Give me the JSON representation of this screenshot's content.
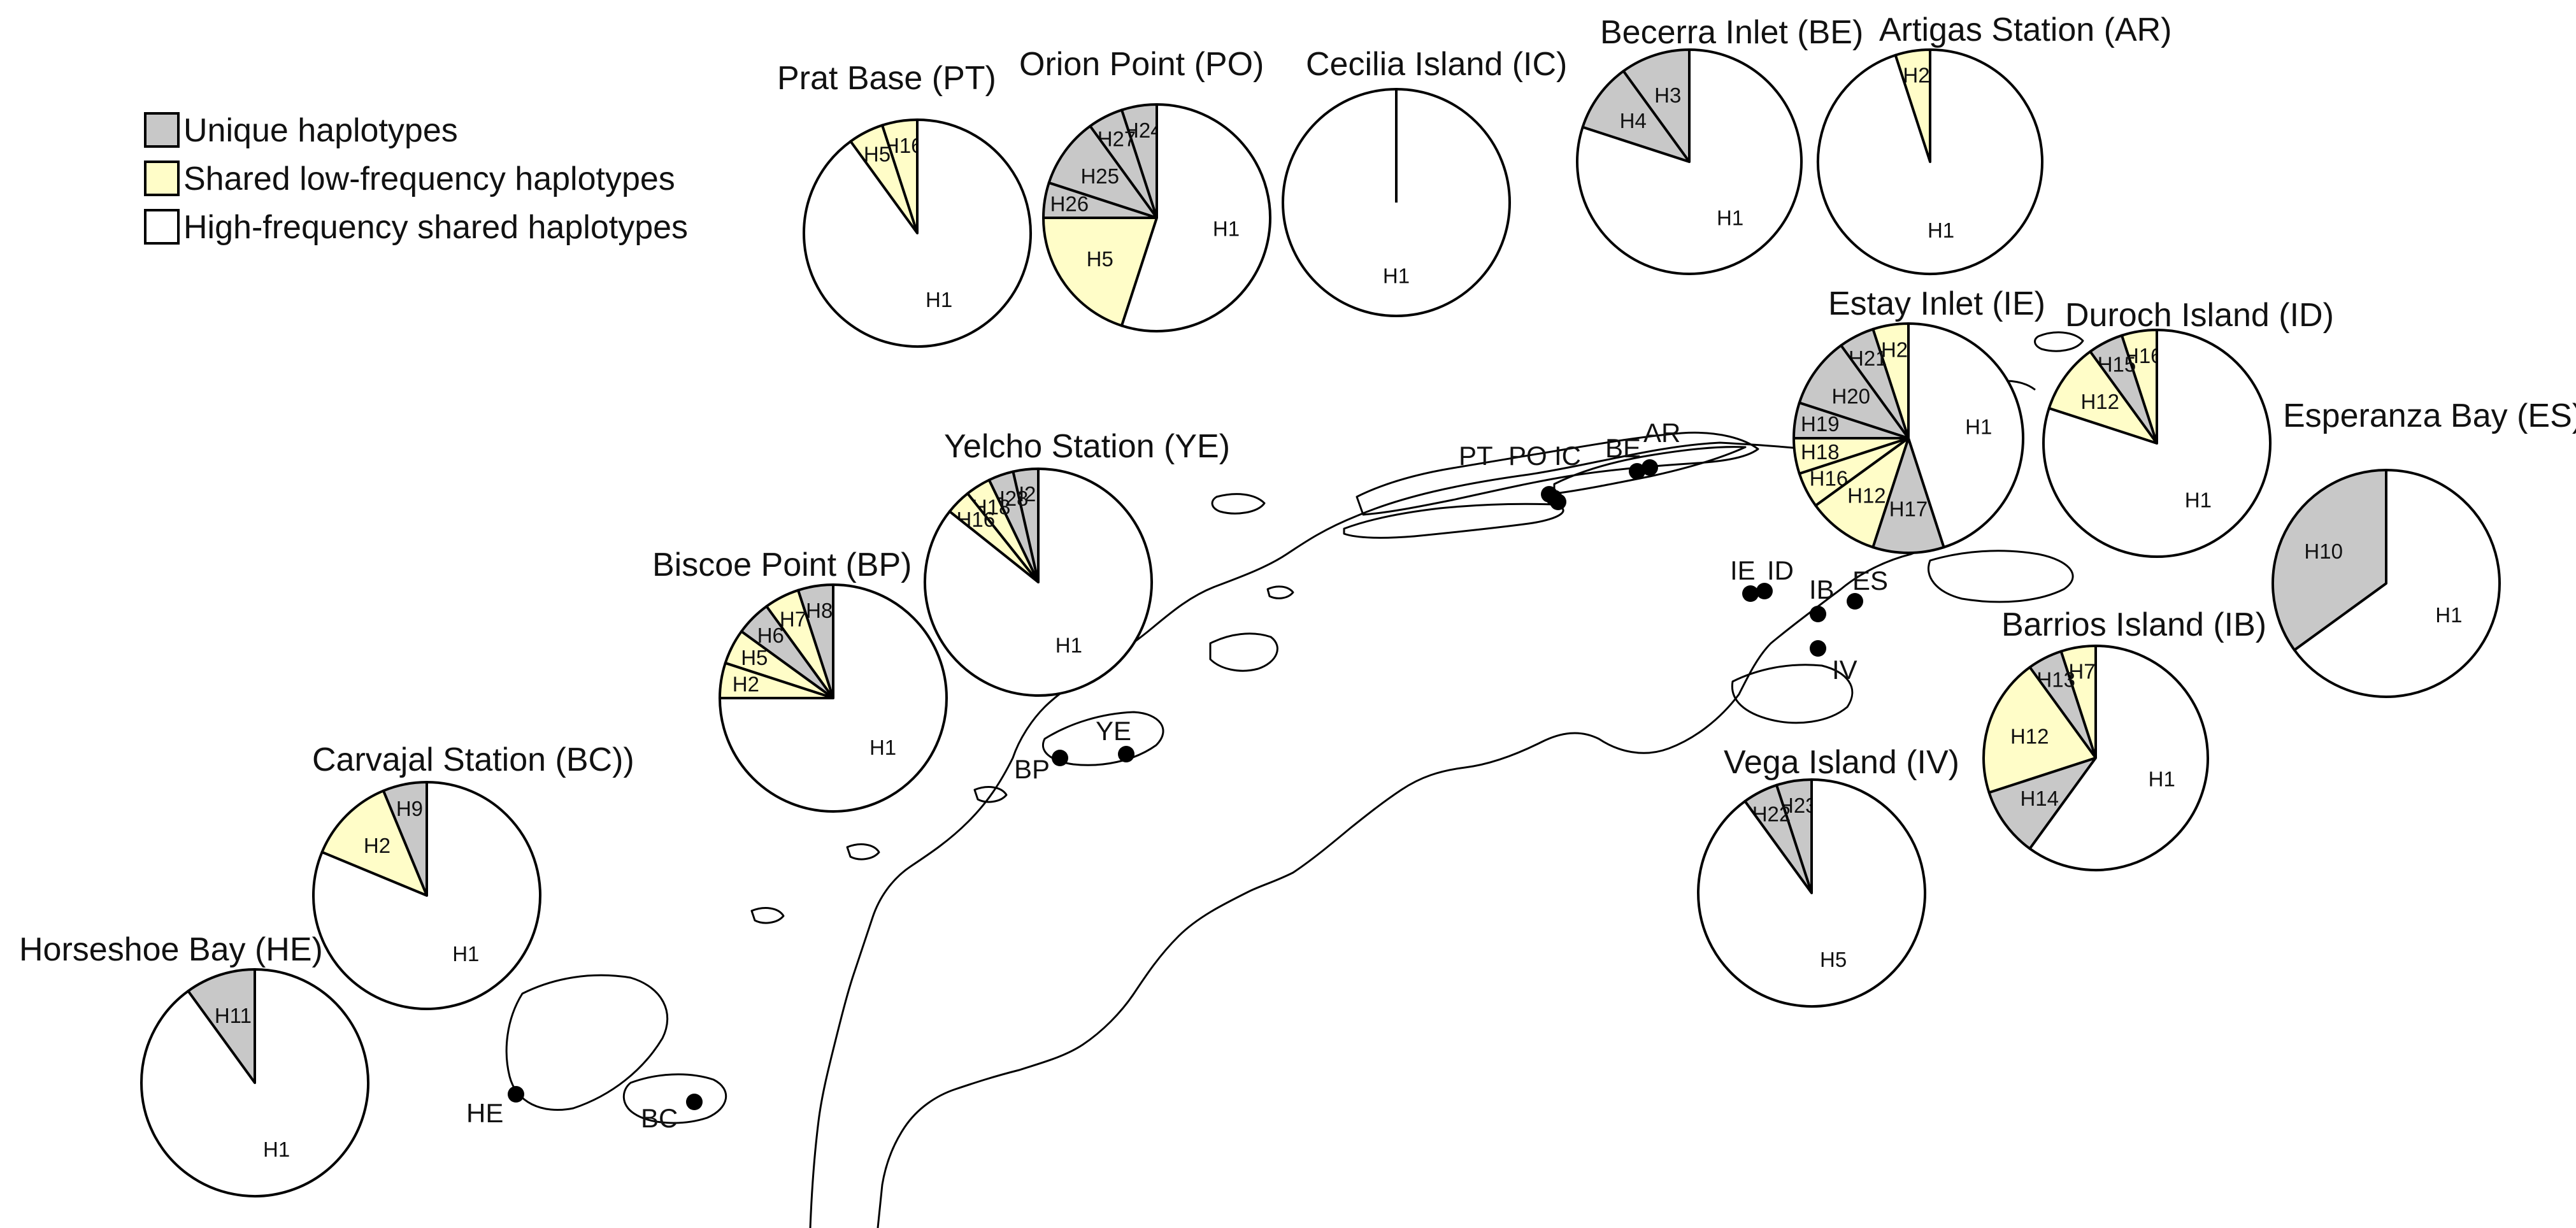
{
  "legend": [
    {
      "label": "Unique haplotypes",
      "color": "#c8c8c8"
    },
    {
      "label": "Shared low-frequency haplotypes",
      "color": "#fffdc8"
    },
    {
      "label": "High-frequency shared haplotypes",
      "color": "#ffffff"
    }
  ],
  "colors": {
    "unique": "#c8c8c8",
    "shared_low": "#fffdc8",
    "high": "#ffffff",
    "site": "#000000",
    "outline": "#000000"
  },
  "sites": [
    "PT",
    "PO",
    "IC",
    "BE",
    "AR",
    "IE",
    "ID",
    "IB",
    "ES",
    "IV",
    "YE",
    "BP",
    "HE",
    "BC"
  ],
  "pies": [
    {
      "id": "PT",
      "title": "Prat Base (PT)",
      "slices": [
        {
          "h": "H16",
          "v": 1,
          "c": "shared_low"
        },
        {
          "h": "H5",
          "v": 1,
          "c": "shared_low"
        },
        {
          "h": "H1",
          "v": 18,
          "c": "high"
        }
      ]
    },
    {
      "id": "PO",
      "title": "Orion Point (PO)",
      "slices": [
        {
          "h": "H24",
          "v": 1,
          "c": "unique"
        },
        {
          "h": "H27",
          "v": 1,
          "c": "unique"
        },
        {
          "h": "H25",
          "v": 2,
          "c": "unique"
        },
        {
          "h": "H26",
          "v": 1,
          "c": "unique"
        },
        {
          "h": "H5",
          "v": 4,
          "c": "shared_low"
        },
        {
          "h": "H1",
          "v": 11,
          "c": "high"
        }
      ]
    },
    {
      "id": "IC",
      "title": "Cecilia Island (IC)",
      "slices": [
        {
          "h": "H1",
          "v": 20,
          "c": "high"
        }
      ]
    },
    {
      "id": "BE",
      "title": "Becerra Inlet (BE)",
      "slices": [
        {
          "h": "H3",
          "v": 2,
          "c": "unique"
        },
        {
          "h": "H4",
          "v": 2,
          "c": "unique"
        },
        {
          "h": "H1",
          "v": 16,
          "c": "high"
        }
      ]
    },
    {
      "id": "AR",
      "title": "Artigas Station (AR)",
      "slices": [
        {
          "h": "H2",
          "v": 1,
          "c": "shared_low"
        },
        {
          "h": "H1",
          "v": 19,
          "c": "high"
        }
      ]
    },
    {
      "id": "IE",
      "title": "Estay Inlet (IE)",
      "slices": [
        {
          "h": "H2",
          "v": 1,
          "c": "shared_low"
        },
        {
          "h": "H21",
          "v": 1,
          "c": "unique"
        },
        {
          "h": "H20",
          "v": 2,
          "c": "unique"
        },
        {
          "h": "H19",
          "v": 1,
          "c": "unique"
        },
        {
          "h": "H18",
          "v": 1,
          "c": "shared_low"
        },
        {
          "h": "H16",
          "v": 1,
          "c": "shared_low"
        },
        {
          "h": "H12",
          "v": 2,
          "c": "shared_low"
        },
        {
          "h": "H17",
          "v": 2,
          "c": "unique"
        },
        {
          "h": "H1",
          "v": 9,
          "c": "high"
        }
      ]
    },
    {
      "id": "ID",
      "title": "Duroch Island (ID)",
      "slices": [
        {
          "h": "H16",
          "v": 1,
          "c": "shared_low"
        },
        {
          "h": "H15",
          "v": 1,
          "c": "unique"
        },
        {
          "h": "H12",
          "v": 2,
          "c": "shared_low"
        },
        {
          "h": "H1",
          "v": 16,
          "c": "high"
        }
      ]
    },
    {
      "id": "ES",
      "title": "Esperanza Bay (ES)",
      "slices": [
        {
          "h": "H10",
          "v": 7,
          "c": "unique"
        },
        {
          "h": "H1",
          "v": 13,
          "c": "high"
        }
      ]
    },
    {
      "id": "IB",
      "title": "Barrios Island (IB)",
      "slices": [
        {
          "h": "H7",
          "v": 1,
          "c": "shared_low"
        },
        {
          "h": "H13",
          "v": 1,
          "c": "unique"
        },
        {
          "h": "H12",
          "v": 4,
          "c": "shared_low"
        },
        {
          "h": "H14",
          "v": 2,
          "c": "unique"
        },
        {
          "h": "H1",
          "v": 12,
          "c": "high"
        }
      ]
    },
    {
      "id": "IV",
      "title": "Vega Island (IV)",
      "slices": [
        {
          "h": "H23",
          "v": 1,
          "c": "unique"
        },
        {
          "h": "H22",
          "v": 1,
          "c": "unique"
        },
        {
          "h": "H5",
          "v": 18,
          "c": "high"
        }
      ]
    },
    {
      "id": "YE",
      "title": "Yelcho Station (YE)",
      "slices": [
        {
          "h": "H29",
          "v": 1,
          "c": "unique"
        },
        {
          "h": "H28",
          "v": 1,
          "c": "unique"
        },
        {
          "h": "H18",
          "v": 1,
          "c": "shared_low"
        },
        {
          "h": "H16",
          "v": 1,
          "c": "shared_low"
        },
        {
          "h": "H1",
          "v": 24,
          "c": "high"
        }
      ]
    },
    {
      "id": "BP",
      "title": "Biscoe Point (BP)",
      "slices": [
        {
          "h": "H8",
          "v": 1,
          "c": "unique"
        },
        {
          "h": "H7",
          "v": 1,
          "c": "shared_low"
        },
        {
          "h": "H6",
          "v": 1,
          "c": "unique"
        },
        {
          "h": "H5",
          "v": 1,
          "c": "shared_low"
        },
        {
          "h": "H2",
          "v": 1,
          "c": "shared_low"
        },
        {
          "h": "H1",
          "v": 15,
          "c": "high"
        }
      ]
    },
    {
      "id": "BC",
      "title": "Carvajal Station (BC))",
      "slices": [
        {
          "h": "H9",
          "v": 1,
          "c": "unique"
        },
        {
          "h": "H2",
          "v": 2,
          "c": "shared_low"
        },
        {
          "h": "H1",
          "v": 13,
          "c": "high"
        }
      ]
    },
    {
      "id": "HE",
      "title": "Horseshoe Bay (HE)",
      "slices": [
        {
          "h": "H11",
          "v": 2,
          "c": "unique"
        },
        {
          "h": "H1",
          "v": 18,
          "c": "high"
        }
      ]
    }
  ]
}
